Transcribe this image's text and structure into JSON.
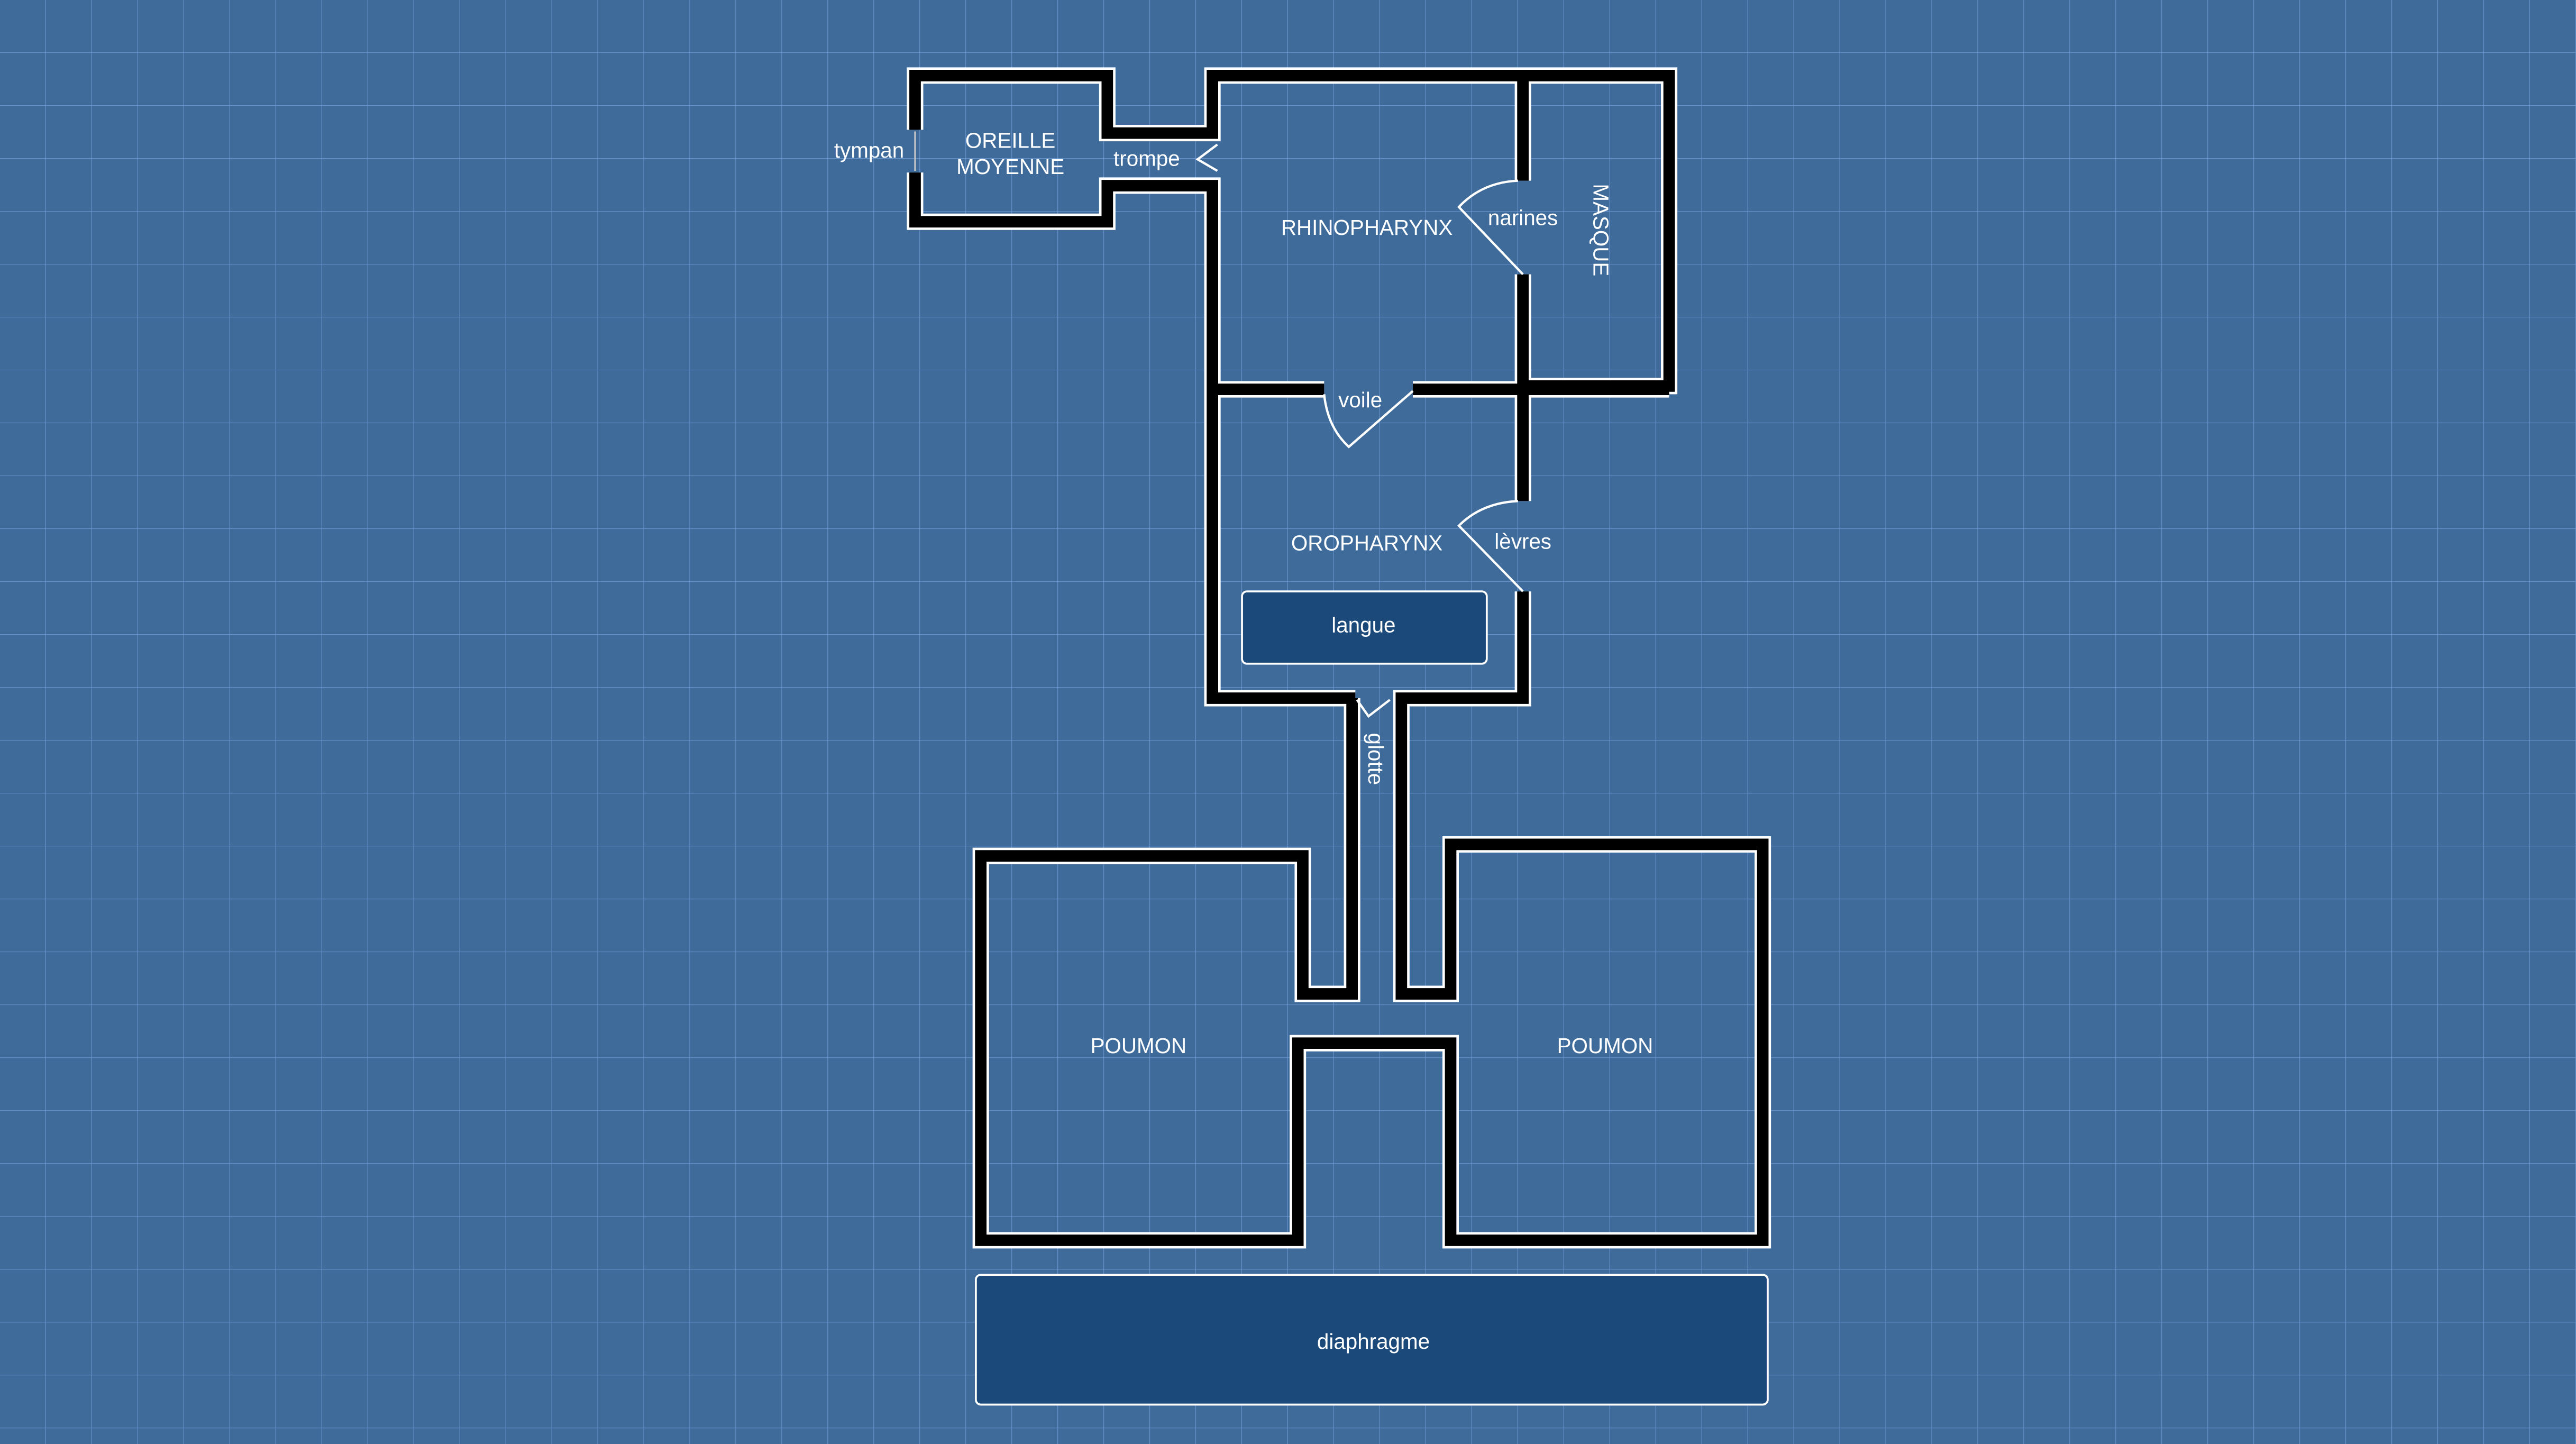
{
  "colors": {
    "background": "#3f6b9b",
    "grid": "#6f9ad6",
    "wall": "#000000",
    "box": "#1b4a7a",
    "text": "#ffffff"
  },
  "labels": {
    "tympan": "tympan",
    "oreille_line1": "OREILLE",
    "oreille_line2": "MOYENNE",
    "trompe": "trompe",
    "rhinopharynx": "RHINOPHARYNX",
    "narines": "narines",
    "masque": "MASQUE",
    "voile": "voile",
    "oropharynx": "OROPHARYNX",
    "levres": "lèvres",
    "langue": "langue",
    "glotte": "glotte",
    "poumon_left": "POUMON",
    "poumon_right": "POUMON",
    "diaphragme": "diaphragme"
  }
}
